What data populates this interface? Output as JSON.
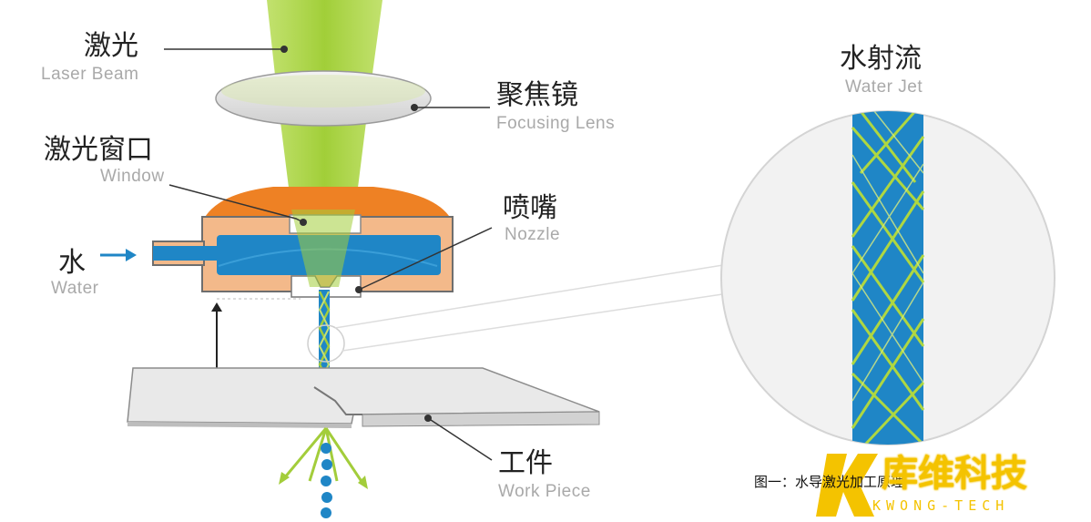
{
  "labels": {
    "laser": {
      "zh": "激光",
      "en": "Laser Beam"
    },
    "lens": {
      "zh": "聚焦镜",
      "en": "Focusing Lens"
    },
    "window": {
      "zh": "激光窗口",
      "en": "Window"
    },
    "nozzle": {
      "zh": "喷嘴",
      "en": "Nozzle"
    },
    "water": {
      "zh": "水",
      "en": "Water"
    },
    "workpiece": {
      "zh": "工件",
      "en": "Work Piece"
    },
    "waterjet": {
      "zh": "水射流",
      "en": "Water Jet"
    }
  },
  "caption": "图一：水导激光加工原理",
  "brand": {
    "name": "库维科技",
    "sub": "KWONG-TECH"
  },
  "colors": {
    "laser": "#a3cd3b",
    "water": "#1f86c6",
    "nozzle_body": "#f3b98a",
    "nozzle_top": "#ee8124",
    "brand": "#f4c300",
    "workpiece": "#e9e9e9"
  }
}
